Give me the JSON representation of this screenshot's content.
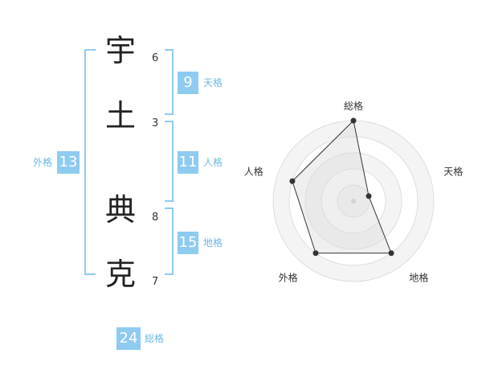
{
  "name": {
    "chars": [
      {
        "char": "宇",
        "strokes": "6"
      },
      {
        "char": "土",
        "strokes": "3"
      },
      {
        "char": "典",
        "strokes": "8"
      },
      {
        "char": "克",
        "strokes": "7"
      }
    ]
  },
  "kakusu": {
    "tenkaku": {
      "value": "9",
      "label": "天格"
    },
    "jinkaku": {
      "value": "11",
      "label": "人格"
    },
    "chikaku": {
      "value": "15",
      "label": "地格"
    },
    "gaikaku": {
      "value": "13",
      "label": "外格"
    },
    "soukaku": {
      "value": "24",
      "label": "総格"
    }
  },
  "colors": {
    "accent": "#8ecbf1",
    "accent_text": "#6cb8e6"
  },
  "chart_data": {
    "type": "radar",
    "axes": [
      "総格",
      "天格",
      "地格",
      "外格",
      "人格"
    ],
    "max": 5,
    "rings": 5,
    "values": [
      5,
      1,
      4,
      4,
      4
    ],
    "grid": true
  }
}
